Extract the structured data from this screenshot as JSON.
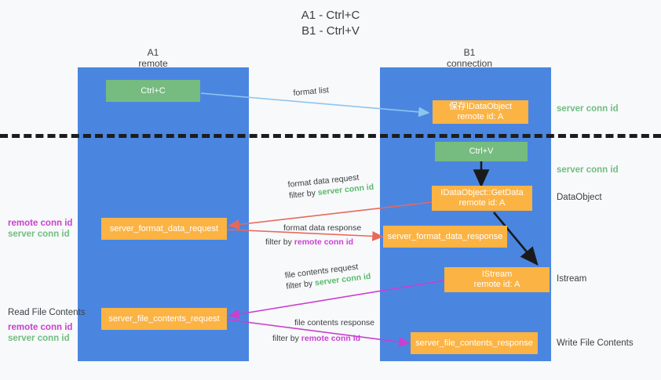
{
  "title": {
    "line1": "A1 - Ctrl+C",
    "line2": "B1 - Ctrl+V"
  },
  "columns": [
    {
      "name": "A1",
      "sub": "remote"
    },
    {
      "name": "B1",
      "sub": "connection"
    }
  ],
  "nodes": {
    "ctrl_c": "Ctrl+C",
    "ctrl_v": "Ctrl+V",
    "save_idataobject_l1": "保存IDataObject",
    "save_idataobject_l2": "remote id: A",
    "getdata_l1": "IDataObject::GetData",
    "getdata_l2": "remote id: A",
    "istream_l1": "IStream",
    "istream_l2": "remote id: A",
    "server_format_data_request": "server_format_data_request",
    "server_format_data_response": "server_format_data_response",
    "server_file_contents_request": "server_file_contents_request",
    "server_file_contents_response": "server_file_contents_response"
  },
  "edges": {
    "format_list": "format list",
    "format_data_request": "format data request",
    "format_data_request_filter_prefix": "filter by ",
    "format_data_request_filter_key": "server conn id",
    "format_data_response": "format data response",
    "format_data_response_filter_prefix": "filter by ",
    "format_data_response_filter_key": "remote conn id",
    "file_contents_request": "file contents request",
    "file_contents_request_filter_prefix": "filter by ",
    "file_contents_request_filter_key": "server conn id",
    "file_contents_response": "file contents response",
    "file_contents_response_filter_prefix": "filter by ",
    "file_contents_response_filter_key": "remote conn id"
  },
  "annotations": {
    "right_server_conn_id_top": "server conn id",
    "right_server_conn_id_mid": "server conn id",
    "right_dataobject": "DataObject",
    "right_istream": "Istream",
    "right_write_file_contents": "Write File Contents",
    "left_remote_conn_id_upper": "remote conn id",
    "left_server_conn_id_upper": "server conn id",
    "left_read_file_contents": "Read File Contents",
    "left_remote_conn_id_lower": "remote conn id",
    "left_server_conn_id_lower": "server conn id"
  },
  "colors": {
    "panel_blue": "#4a86e0",
    "node_green": "#76bb7f",
    "node_orange": "#fbb344",
    "accent_green_text": "#71bd82",
    "accent_magenta_text": "#c93fd0",
    "wire_lightblue": "#8ec5f0",
    "wire_red": "#e8685d",
    "wire_magenta": "#c93fd0",
    "wire_black": "#1a1a1a",
    "background": "#f8f9fa"
  }
}
